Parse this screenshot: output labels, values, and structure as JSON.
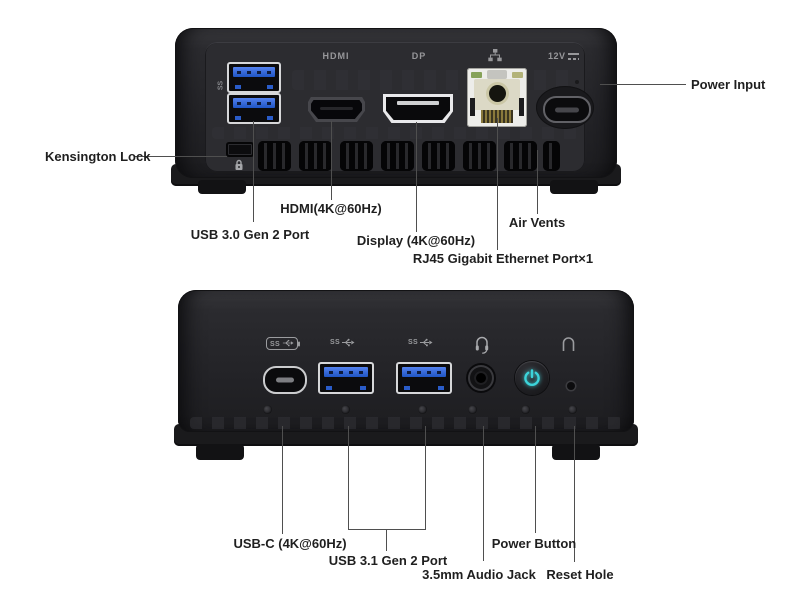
{
  "rear_view": {
    "printed": {
      "hdmi": "HDMI",
      "dp": "DP",
      "power": "12V",
      "usb_ss": "SS"
    },
    "callouts": {
      "power_input": "Power Input",
      "kensington_lock": "Kensington Lock",
      "usb": "USB 3.0 Gen 2 Port",
      "hdmi": "HDMI(4K@60Hz)",
      "display": "Display (4K@60Hz)",
      "air_vents": "Air Vents",
      "rj45": "RJ45 Gigabit Ethernet Port×1"
    }
  },
  "front_view": {
    "printed": {
      "usb_c_ss": "SS",
      "usb_a1_ss": "SS",
      "usb_a2_ss": "SS"
    },
    "callouts": {
      "usb_c": "USB-C (4K@60Hz)",
      "usb_31": "USB 3.1 Gen 2 Port",
      "audio": "3.5mm Audio Jack",
      "power_button": "Power Button",
      "reset_hole": "Reset Hole"
    }
  },
  "colors": {
    "power_accent": "#3cd4da",
    "usb_blue": "#2b5fd0"
  }
}
